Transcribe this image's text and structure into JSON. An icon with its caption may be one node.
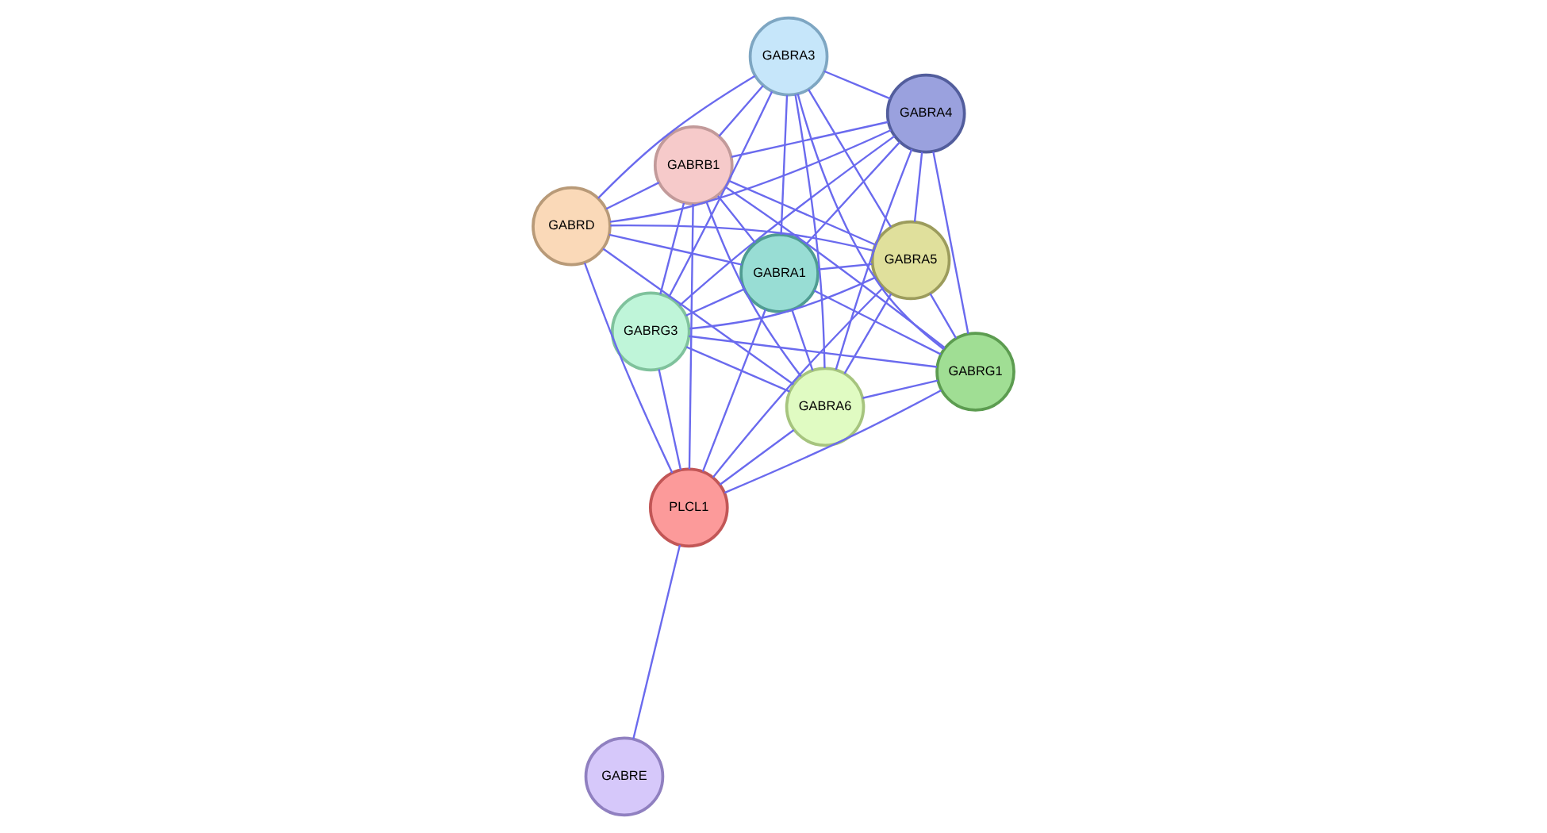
{
  "diagram": {
    "nodes": [
      {
        "text": [
          "GABRG3"
        ]
      },
      {
        "text": [
          "GABRA4"
        ]
      },
      {
        "text": [
          "GABRA6"
        ]
      },
      {
        "text": [
          "GABRB1"
        ]
      },
      {
        "text": [
          "GABRA3"
        ]
      },
      {
        "text": [
          "GABRA1"
        ]
      },
      {
        "text": [
          "GABRD"
        ]
      },
      {
        "text": [
          "GABRA5"
        ]
      },
      {
        "text": [
          "PLCL1"
        ]
      },
      {
        "text": [
          "GABRG1"
        ]
      },
      {
        "text": [
          "GABRE"
        ]
      }
    ],
    "edges": [
      {
        "from": 0,
        "to": 1,
        "arrow": "none"
      },
      {
        "from": 0,
        "to": 2,
        "arrow": "none"
      },
      {
        "from": 0,
        "to": 3,
        "arrow": "none"
      },
      {
        "from": 0,
        "to": 4,
        "arrow": "none"
      },
      {
        "from": 0,
        "to": 5,
        "arrow": "none"
      },
      {
        "from": 0,
        "to": 7,
        "arrow": "none"
      },
      {
        "from": 0,
        "to": 9,
        "arrow": "none"
      },
      {
        "from": 1,
        "to": 2,
        "arrow": "none"
      },
      {
        "from": 1,
        "to": 3,
        "arrow": "none"
      },
      {
        "from": 1,
        "to": 4,
        "arrow": "none"
      },
      {
        "from": 1,
        "to": 5,
        "arrow": "none"
      },
      {
        "from": 1,
        "to": 6,
        "arrow": "none"
      },
      {
        "from": 1,
        "to": 7,
        "arrow": "none"
      },
      {
        "from": 1,
        "to": 9,
        "arrow": "none"
      },
      {
        "from": 2,
        "to": 3,
        "arrow": "none"
      },
      {
        "from": 2,
        "to": 4,
        "arrow": "none"
      },
      {
        "from": 2,
        "to": 5,
        "arrow": "none"
      },
      {
        "from": 2,
        "to": 6,
        "arrow": "none"
      },
      {
        "from": 2,
        "to": 7,
        "arrow": "none"
      },
      {
        "from": 2,
        "to": 9,
        "arrow": "none"
      },
      {
        "from": 3,
        "to": 4,
        "arrow": "none"
      },
      {
        "from": 3,
        "to": 5,
        "arrow": "none"
      },
      {
        "from": 3,
        "to": 6,
        "arrow": "none"
      },
      {
        "from": 3,
        "to": 7,
        "arrow": "none"
      },
      {
        "from": 3,
        "to": 9,
        "arrow": "none"
      },
      {
        "from": 4,
        "to": 5,
        "arrow": "none"
      },
      {
        "from": 4,
        "to": 6,
        "arrow": "none"
      },
      {
        "from": 4,
        "to": 7,
        "arrow": "none"
      },
      {
        "from": 4,
        "to": 9,
        "arrow": "none"
      },
      {
        "from": 5,
        "to": 6,
        "arrow": "none"
      },
      {
        "from": 5,
        "to": 7,
        "arrow": "none"
      },
      {
        "from": 5,
        "to": 9,
        "arrow": "none"
      },
      {
        "from": 6,
        "to": 7,
        "arrow": "none"
      },
      {
        "from": 7,
        "to": 9,
        "arrow": "none"
      },
      {
        "from": 8,
        "to": 0,
        "arrow": "none"
      },
      {
        "from": 8,
        "to": 2,
        "arrow": "none"
      },
      {
        "from": 8,
        "to": 3,
        "arrow": "none"
      },
      {
        "from": 8,
        "to": 5,
        "arrow": "none"
      },
      {
        "from": 8,
        "to": 6,
        "arrow": "none"
      },
      {
        "from": 8,
        "to": 7,
        "arrow": "none"
      },
      {
        "from": 8,
        "to": 9,
        "arrow": "none"
      },
      {
        "from": 8,
        "to": 10,
        "arrow": "none"
      }
    ]
  }
}
